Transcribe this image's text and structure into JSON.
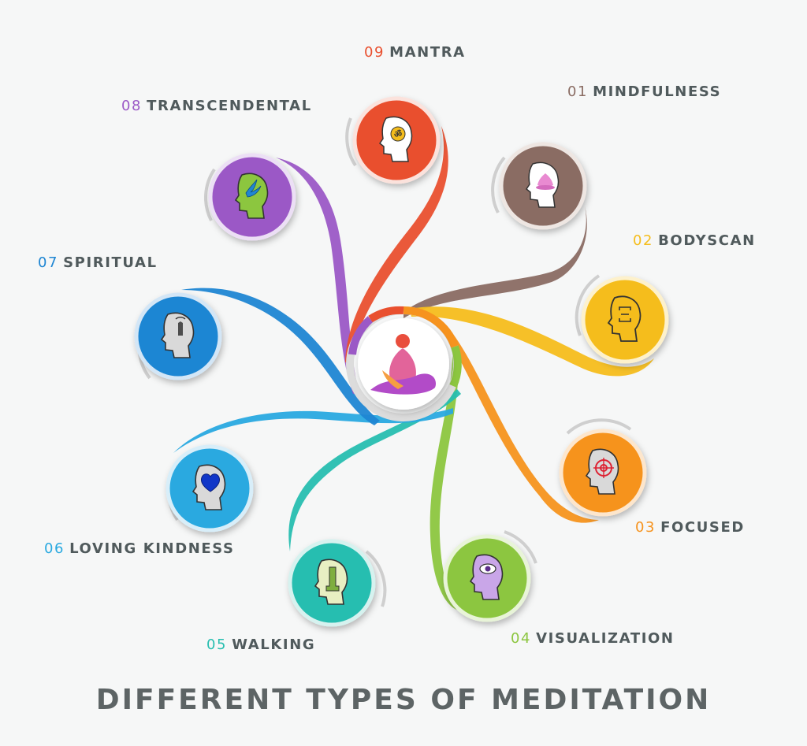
{
  "title": "DIFFERENT TYPES OF MEDITATION",
  "center_icon": "meditating-person-logo-icon",
  "types": [
    {
      "num": "01",
      "label": "MINDFULNESS",
      "color": "#8a6c63",
      "icon": "lotus-icon"
    },
    {
      "num": "02",
      "label": "BODYSCAN",
      "color": "#f5bd1c",
      "icon": "body-scan-icon"
    },
    {
      "num": "03",
      "label": "FOCUSED",
      "color": "#f6931e",
      "icon": "target-icon"
    },
    {
      "num": "04",
      "label": "VISUALIZATION",
      "color": "#8cc63f",
      "icon": "eye-icon"
    },
    {
      "num": "05",
      "label": "WALKING",
      "color": "#27beb0",
      "icon": "tower-icon"
    },
    {
      "num": "06",
      "label": "LOVING KINDNESS",
      "color": "#29a9e0",
      "icon": "heart-icon"
    },
    {
      "num": "07",
      "label": "SPIRITUAL",
      "color": "#1f86d3",
      "icon": "praying-hands-icon"
    },
    {
      "num": "08",
      "label": "TRANSCENDENTAL",
      "color": "#9b59c6",
      "icon": "bird-icon"
    },
    {
      "num": "09",
      "label": "MANTRA",
      "color": "#e9502f",
      "icon": "om-icon"
    }
  ]
}
